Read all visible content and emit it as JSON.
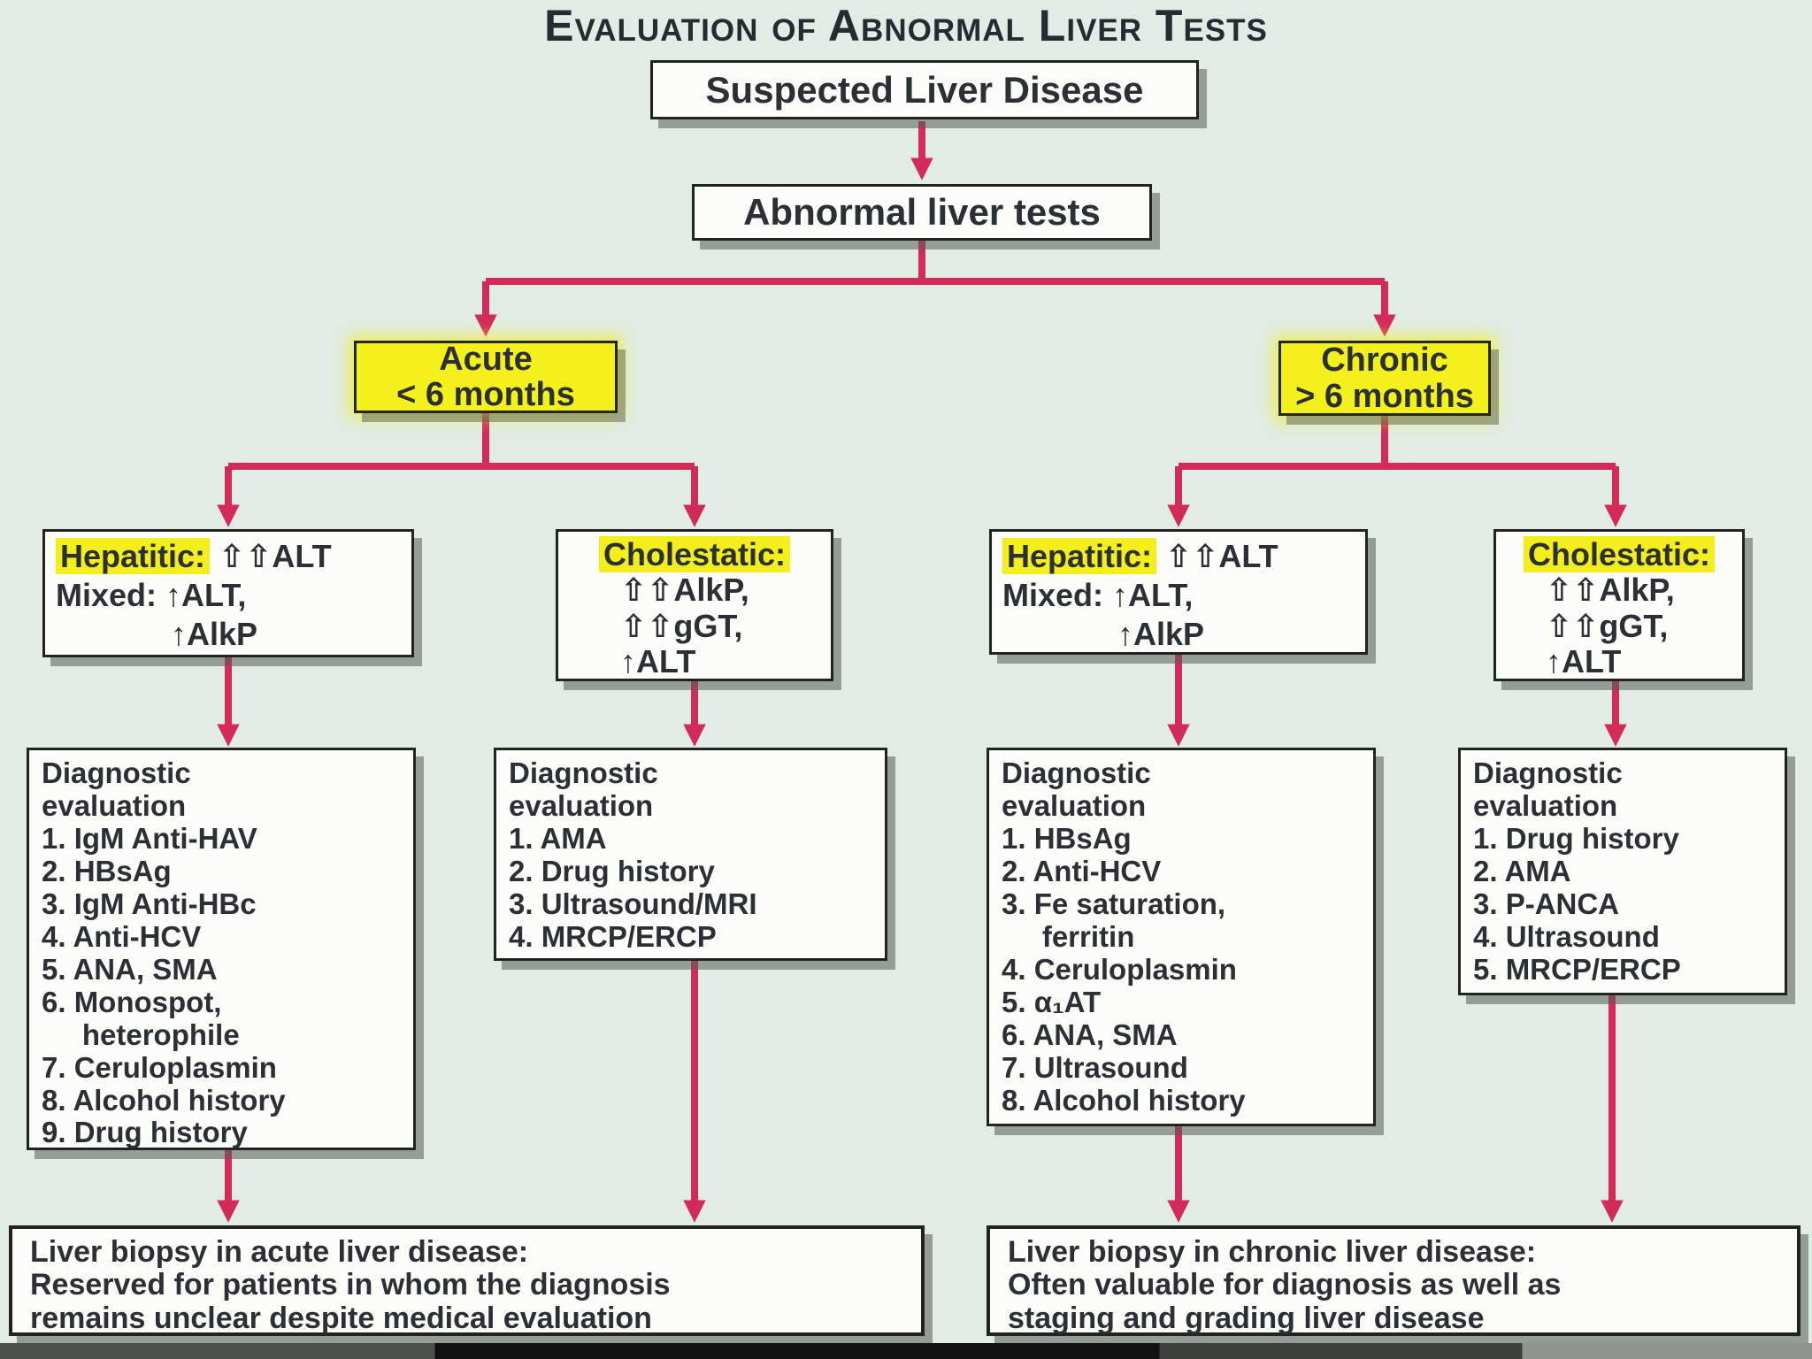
{
  "title": "Evaluation of Abnormal Liver Tests",
  "colors": {
    "background": "#e1ece4",
    "arrow": "#d22b59",
    "highlight_yellow": "#f3ee1c",
    "box_fill": "#fcfcf9",
    "box_border": "#20241e",
    "text": "#2b3037"
  },
  "flow": {
    "suspected": "Suspected Liver Disease",
    "abnormal": "Abnormal liver tests",
    "acute": {
      "name": "Acute",
      "duration": "< 6 months"
    },
    "chronic": {
      "name": "Chronic",
      "duration": "> 6 months"
    },
    "acute_hepatitic": {
      "highlight": "Hepatitic:",
      "tail": " ⇧⇧ALT",
      "line2": "Mixed: ↑ALT,",
      "line3": "↑AlkP"
    },
    "acute_cholestatic": {
      "highlight": "Cholestatic:",
      "lines": "⇧⇧AlkP,\n⇧⇧gGT,\n↑ALT"
    },
    "chronic_hepatitic": {
      "highlight": "Hepatitic:",
      "tail": " ⇧⇧ALT",
      "line2": "Mixed: ↑ALT,",
      "line3": "↑AlkP"
    },
    "chronic_cholestatic": {
      "highlight": "Cholestatic:",
      "lines": "⇧⇧AlkP,\n⇧⇧gGT,\n↑ALT"
    },
    "acute_hepatitic_workup": {
      "heading": "Diagnostic\nevaluation",
      "items": [
        "1. IgM Anti-HAV",
        "2. HBsAg",
        "3. IgM Anti-HBc",
        "4. Anti-HCV",
        "5. ANA, SMA",
        "6. Monospot,\n     heterophile",
        "7. Ceruloplasmin",
        "8. Alcohol history",
        "9. Drug history"
      ]
    },
    "acute_cholestatic_workup": {
      "heading": "Diagnostic\nevaluation",
      "items": [
        "1. AMA",
        "2. Drug history",
        "3. Ultrasound/MRI",
        "4. MRCP/ERCP"
      ]
    },
    "chronic_hepatitic_workup": {
      "heading": "Diagnostic\nevaluation",
      "items": [
        "1. HBsAg",
        "2. Anti-HCV",
        "3. Fe saturation,\n     ferritin",
        "4. Ceruloplasmin",
        "5. α₁AT",
        "6. ANA, SMA",
        "7. Ultrasound",
        "8. Alcohol history"
      ]
    },
    "chronic_cholestatic_workup": {
      "heading": "Diagnostic\nevaluation",
      "items": [
        "1. Drug history",
        "2. AMA",
        "3. P-ANCA",
        "4. Ultrasound",
        "5. MRCP/ERCP"
      ]
    },
    "acute_biopsy": "Liver biopsy in acute liver disease:\nReserved for patients in whom the diagnosis\nremains unclear despite medical evaluation",
    "chronic_biopsy": "Liver biopsy in chronic liver disease:\nOften valuable for diagnosis as well as\nstaging and grading liver disease"
  }
}
